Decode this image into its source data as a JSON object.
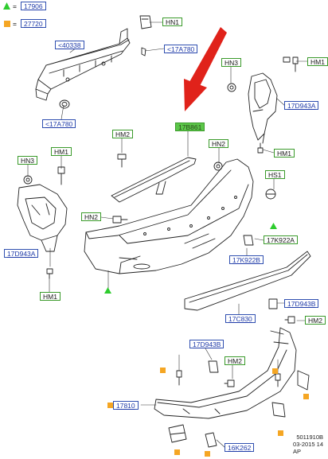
{
  "legend": [
    {
      "symbol": "triangle",
      "color": "#2ecc2e",
      "equals": "=",
      "code": "17906"
    },
    {
      "symbol": "square",
      "color": "#f5a623",
      "equals": "=",
      "code": "27720"
    }
  ],
  "labels": [
    {
      "id": "hn1-top",
      "text": "HN1",
      "style": "green"
    },
    {
      "id": "40338",
      "text": "<40338",
      "style": "blue"
    },
    {
      "id": "17a780-right",
      "text": "<17A780",
      "style": "blue"
    },
    {
      "id": "17a780-left",
      "text": "<17A780",
      "style": "blue"
    },
    {
      "id": "hn3-right",
      "text": "HN3",
      "style": "green"
    },
    {
      "id": "hm1-right-top",
      "text": "HM1",
      "style": "green"
    },
    {
      "id": "17d943a-right",
      "text": "17D943A",
      "style": "blue"
    },
    {
      "id": "hm1-right-mid",
      "text": "HM1",
      "style": "green"
    },
    {
      "id": "hm2-top",
      "text": "HM2",
      "style": "green"
    },
    {
      "id": "17b861",
      "text": "17B861",
      "style": "selected"
    },
    {
      "id": "hn2-top",
      "text": "HN2",
      "style": "green"
    },
    {
      "id": "hs1",
      "text": "HS1",
      "style": "green"
    },
    {
      "id": "hn3-left",
      "text": "HN3",
      "style": "green"
    },
    {
      "id": "hm1-left-top",
      "text": "HM1",
      "style": "green"
    },
    {
      "id": "17d943a-left",
      "text": "17D943A",
      "style": "blue"
    },
    {
      "id": "hm1-left-bottom",
      "text": "HM1",
      "style": "green"
    },
    {
      "id": "hn2-left",
      "text": "HN2",
      "style": "green"
    },
    {
      "id": "17k922a",
      "text": "17K922A",
      "style": "green"
    },
    {
      "id": "17k922b",
      "text": "17K922B",
      "style": "blue"
    },
    {
      "id": "17c830",
      "text": "17C830",
      "style": "blue"
    },
    {
      "id": "17d943b-right",
      "text": "17D943B",
      "style": "blue"
    },
    {
      "id": "hm2-right",
      "text": "HM2",
      "style": "green"
    },
    {
      "id": "17d943b-center",
      "text": "17D943B",
      "style": "blue"
    },
    {
      "id": "hm2-center",
      "text": "HM2",
      "style": "green"
    },
    {
      "id": "17810",
      "text": "17810",
      "style": "blue"
    },
    {
      "id": "16k262",
      "text": "16K262",
      "style": "blue"
    }
  ],
  "reference": {
    "line1": "5011910B",
    "line2": "03-2015 14",
    "line3": "AP"
  },
  "colors": {
    "label_green": "#3a9a2a",
    "label_blue": "#2f4fb0",
    "selected_fill": "#5cc74a",
    "pointer_arrow": "#e0221a",
    "triangle": "#2ecc2e",
    "square": "#f5a623"
  }
}
